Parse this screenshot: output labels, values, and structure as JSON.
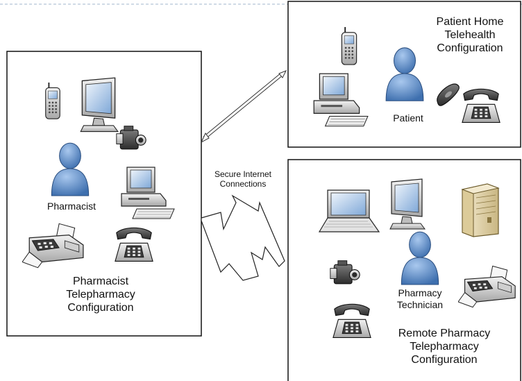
{
  "zones": {
    "pharmacist": {
      "title_line1": "Pharmacist",
      "title_line2": "Telepharmacy",
      "title_line3": "Configuration",
      "person_label": "Pharmacist"
    },
    "patient_home": {
      "title_line1": "Patient Home",
      "title_line2": "Telehealth",
      "title_line3": "Configuration",
      "person_label": "Patient"
    },
    "remote_pharmacy": {
      "title_line1": "Remote Pharmacy",
      "title_line2": "Telepharmacy",
      "title_line3": "Configuration",
      "person_label_line1": "Pharmacy",
      "person_label_line2": "Technician"
    }
  },
  "connection": {
    "label_line1": "Secure Internet",
    "label_line2": "Connections"
  },
  "icons": [
    "cell-phone-icon",
    "monitor-icon",
    "camcorder-icon",
    "person-icon",
    "desktop-computer-icon",
    "fax-machine-icon",
    "telephone-icon",
    "laptop-icon",
    "server-icon",
    "handheld-phone-icon"
  ],
  "colors": {
    "person_blue": "#5b8fc9",
    "device_gray": "#d9d9d9",
    "screen_blue": "#7fa8d8",
    "server_beige": "#e6d7a8",
    "frame_black": "#111111",
    "dashed_line": "#9fb4cc"
  }
}
